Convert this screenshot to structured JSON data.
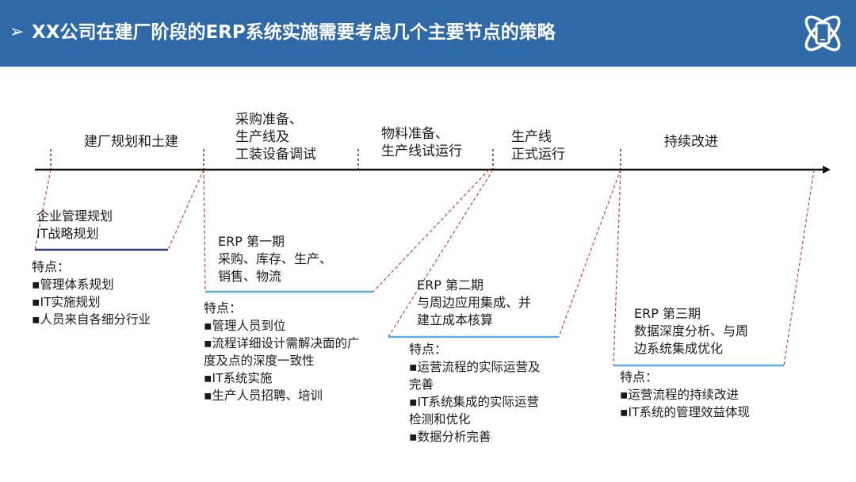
{
  "header": {
    "chevron": "➢",
    "title": "XX公司在建厂阶段的ERP系统实施需要考虑几个主要节点的策略",
    "logo_icon": "atom-phone-icon"
  },
  "colors": {
    "header_bg": "#2f69a8",
    "dashed_red": "#d23b3b",
    "line_dark": "#2b3f76",
    "line_light": "#5aaee6",
    "axis": "#111111"
  },
  "phases": [
    {
      "lines": [
        "建厂规划和土建"
      ]
    },
    {
      "lines": [
        "采购准备、",
        "生产线及",
        "工装设备调试"
      ]
    },
    {
      "lines": [
        "物料准备、",
        "生产线试运行"
      ]
    },
    {
      "lines": [
        "生产线",
        "正式运行"
      ]
    },
    {
      "lines": [
        "持续改进"
      ]
    }
  ],
  "boxes": [
    {
      "lines": [
        "企业管理规划",
        "IT战略规划"
      ]
    },
    {
      "lines": [
        "ERP 第一期",
        "采购、库存、生产、",
        "销售、物流"
      ]
    },
    {
      "lines": [
        "ERP 第二期",
        "与周边应用集成、并",
        "建立成本核算"
      ]
    },
    {
      "lines": [
        "ERP 第三期",
        "数据深度分析、与周",
        "边系统集成优化"
      ]
    }
  ],
  "features": [
    {
      "title": "特点：",
      "lines": [
        "▪管理体系规划",
        "▪IT实施规划",
        "▪人员来自各细分行业"
      ]
    },
    {
      "title": "特点：",
      "lines": [
        "▪管理人员到位",
        "▪流程详细设计需解决面的广",
        "度及点的深度一致性",
        "▪IT系统实施",
        "▪生产人员招聘、培训"
      ]
    },
    {
      "title": "特点：",
      "lines": [
        "▪运营流程的实际运营及",
        "完善",
        "▪IT系统集成的实际运营",
        "检测和优化",
        "▪数据分析完善"
      ]
    },
    {
      "title": "特点：",
      "lines": [
        "▪运营流程的持续改进",
        "▪IT系统的管理效益体现"
      ]
    }
  ]
}
